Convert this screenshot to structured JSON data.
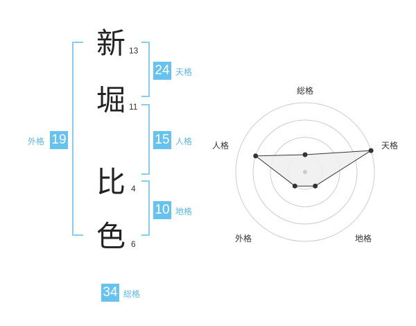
{
  "name": {
    "chars": [
      {
        "char": "新",
        "strokes": "13"
      },
      {
        "char": "堀",
        "strokes": "11"
      },
      {
        "char": "比",
        "strokes": "4"
      },
      {
        "char": "色",
        "strokes": "6"
      }
    ]
  },
  "fortunes": {
    "tenkaku": {
      "value": "24",
      "label": "天格"
    },
    "jinkaku": {
      "value": "15",
      "label": "人格"
    },
    "chikaku": {
      "value": "10",
      "label": "地格"
    },
    "gaikaku": {
      "value": "19",
      "label": "外格"
    },
    "soukaku": {
      "value": "34",
      "label": "総格"
    }
  },
  "chart_data": {
    "type": "radar",
    "axes": [
      "総格",
      "天格",
      "地格",
      "外格",
      "人格"
    ],
    "values": [
      1,
      4,
      1,
      1,
      3
    ],
    "max": 4,
    "rings": 4,
    "colors": {
      "line": "#333333",
      "fill": "#eeeeee",
      "grid": "#cccccc",
      "center": "#cccccc"
    }
  }
}
